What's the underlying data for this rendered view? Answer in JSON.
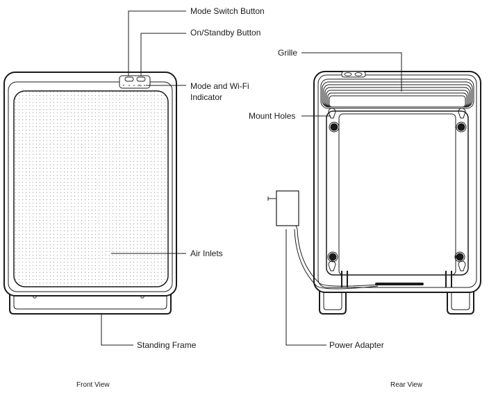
{
  "labels": {
    "mode_switch_button": "Mode Switch Button",
    "on_standby_button": "On/Standby Button",
    "mode_wifi_indicator_line1": "Mode and Wi-Fi",
    "mode_wifi_indicator_line2": "Indicator",
    "air_inlets": "Air Inlets",
    "standing_frame": "Standing Frame",
    "grille": "Grille",
    "mount_holes": "Mount Holes",
    "power_adapter": "Power Adapter"
  },
  "captions": {
    "front_view": "Front View",
    "rear_view": "Rear View"
  }
}
